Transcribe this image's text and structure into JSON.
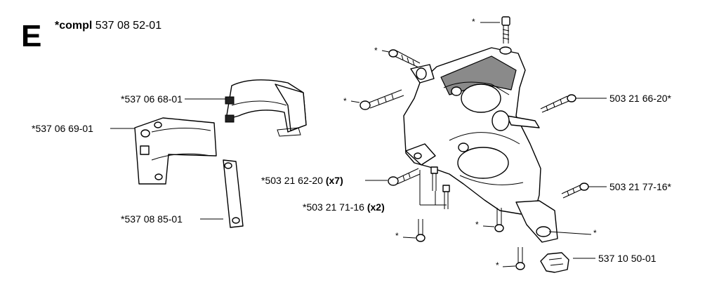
{
  "section_letter": "E",
  "compl": {
    "prefix": "*compl",
    "number": "537 08 52-01"
  },
  "labels": {
    "p1": "*537 06 68-01",
    "p2": "*537 06 69-01",
    "p3": "*537 08 85-01",
    "p4": {
      "text": "*503 21 62-20",
      "qty": "(x7)"
    },
    "p5": {
      "text": "*503 21 71-16",
      "qty": "(x2)"
    },
    "p6": "503 21 66-20*",
    "p7": "503 21 77-16*",
    "p8": "537 10 50-01"
  },
  "star": "*"
}
